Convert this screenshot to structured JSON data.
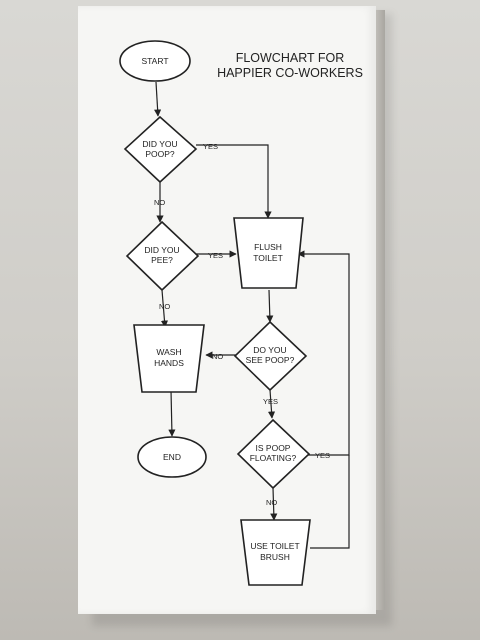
{
  "title": {
    "line1": "FLOWCHART FOR",
    "line2": "HAPPIER CO-WORKERS"
  },
  "nodes": {
    "start": "START",
    "q_poop": {
      "line1": "DID YOU",
      "line2": "POOP?"
    },
    "q_pee": {
      "line1": "DID YOU",
      "line2": "PEE?"
    },
    "flush": {
      "line1": "FLUSH",
      "line2": "TOILET"
    },
    "wash": {
      "line1": "WASH",
      "line2": "HANDS"
    },
    "q_see": {
      "line1": "DO YOU",
      "line2": "SEE POOP?"
    },
    "q_float": {
      "line1": "IS POOP",
      "line2": "FLOATING?"
    },
    "brush": {
      "line1": "USE TOILET",
      "line2": "BRUSH"
    },
    "end": "END"
  },
  "edge_labels": {
    "poop_yes": "YES",
    "poop_no": "NO",
    "pee_yes": "YES",
    "pee_no": "NO",
    "see_no": "NO",
    "see_yes": "YES",
    "float_yes": "YES",
    "float_no": "NO"
  },
  "colors": {
    "ink": "#222222",
    "paper": "#f6f6f4",
    "wall": "#d3d1cc"
  }
}
